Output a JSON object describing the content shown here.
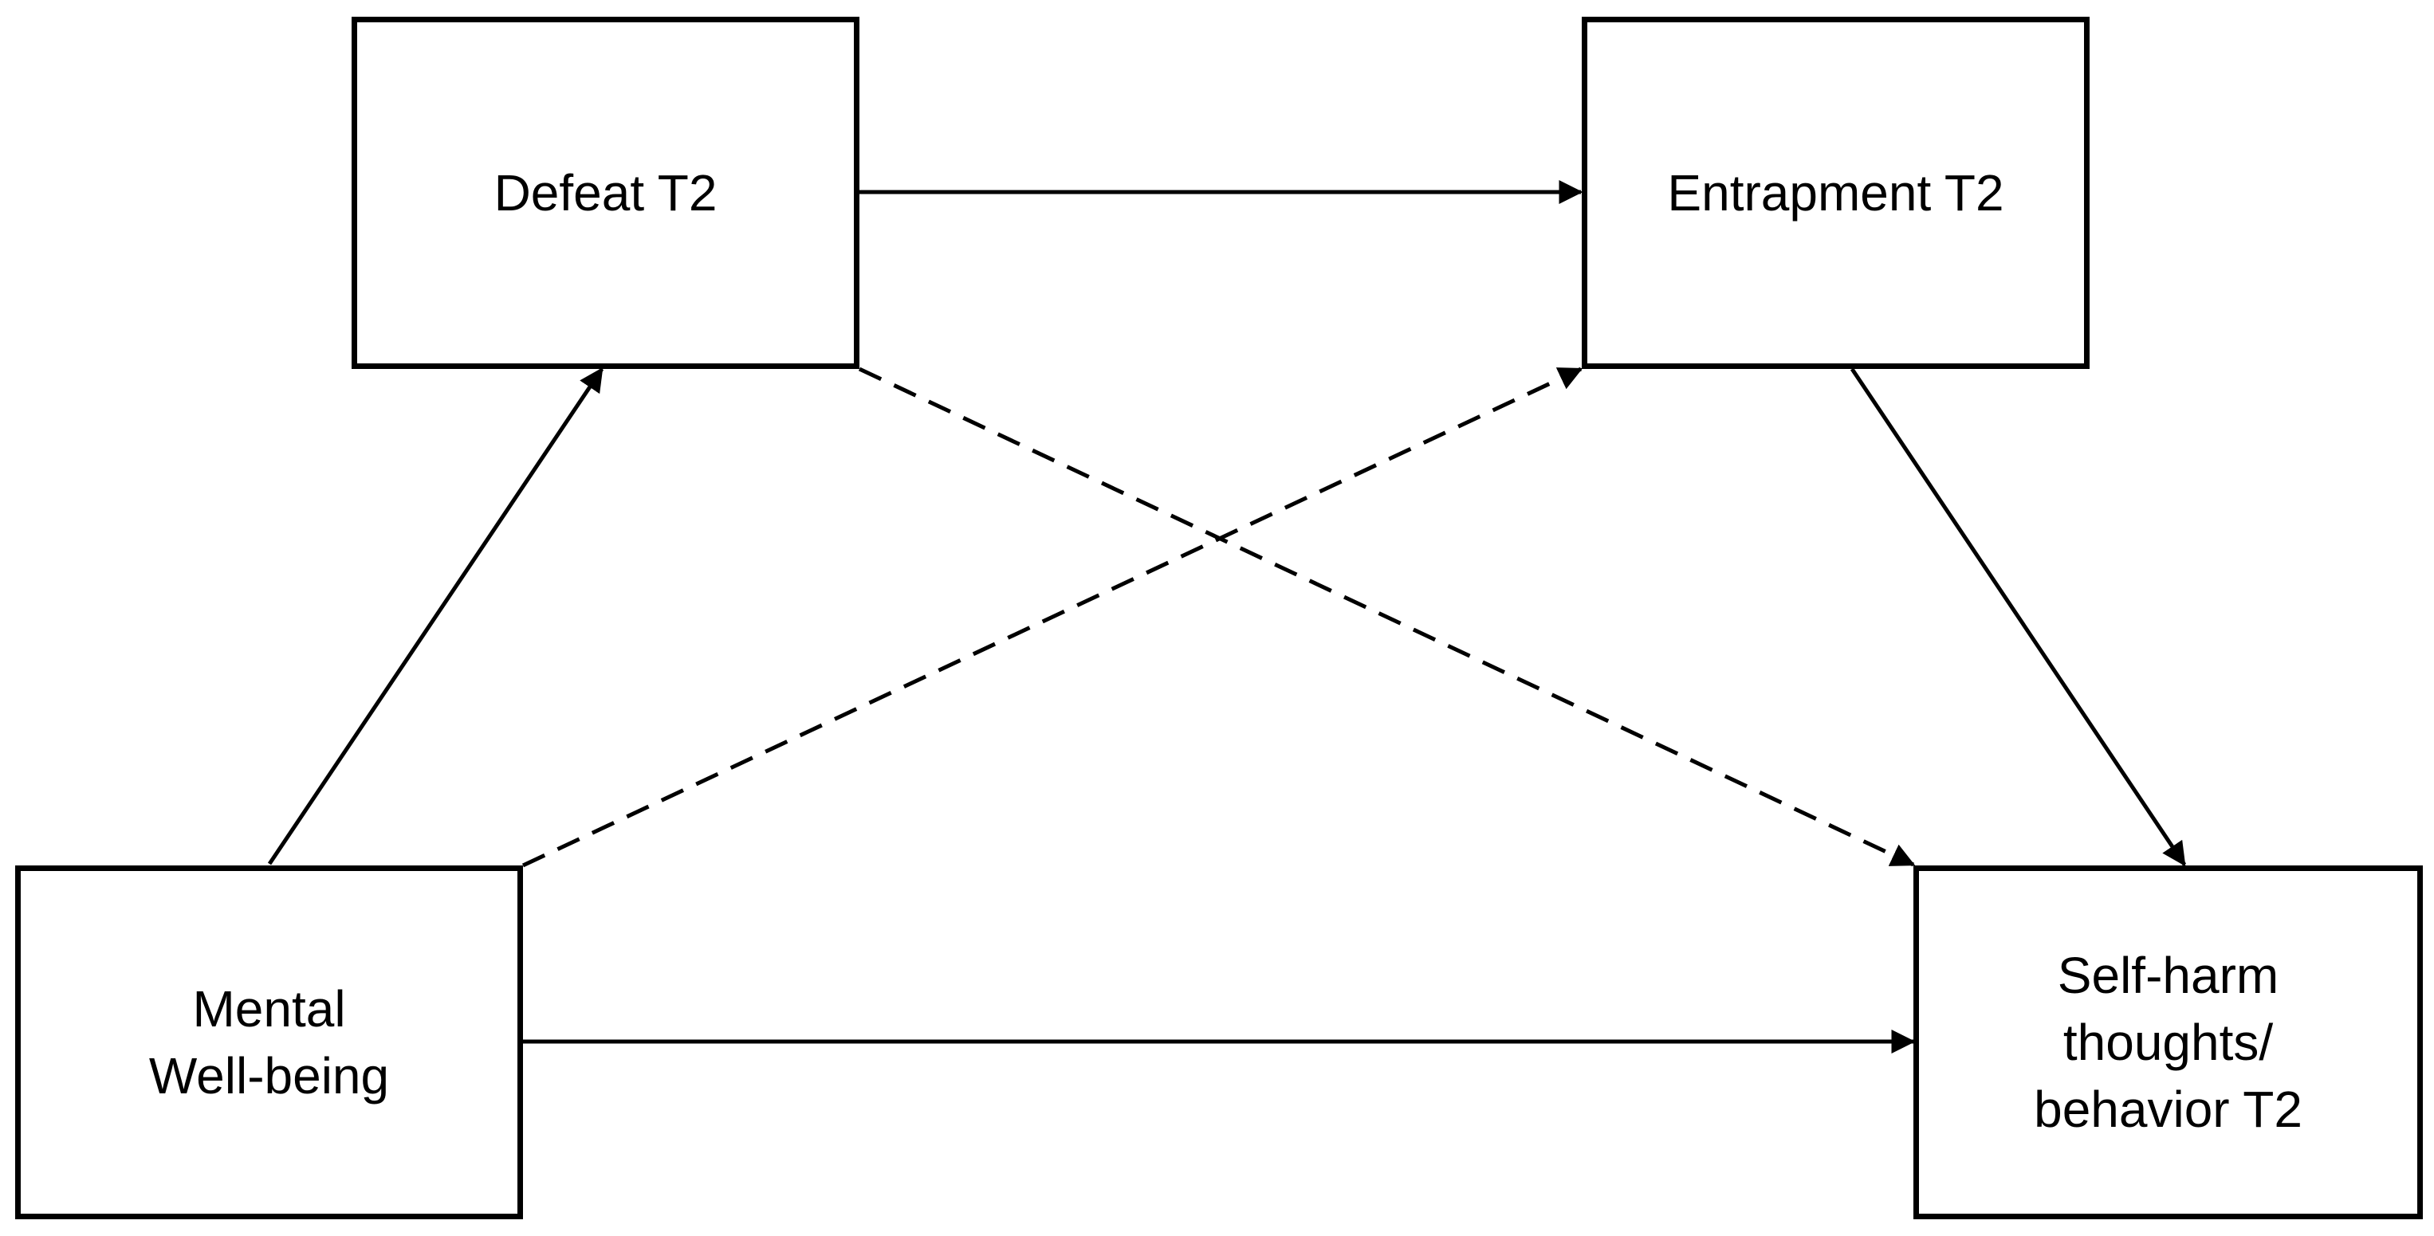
{
  "nodes": {
    "defeat": {
      "label": "Defeat T2"
    },
    "entrapment": {
      "label": "Entrapment T2"
    },
    "wellbeing": {
      "label": "Mental\nWell-being"
    },
    "selfharm": {
      "label": "Self-harm\nthoughts/\nbehavior T2"
    }
  },
  "edges": [
    {
      "from": "wellbeing",
      "to": "defeat",
      "style": "solid"
    },
    {
      "from": "defeat",
      "to": "entrapment",
      "style": "solid"
    },
    {
      "from": "entrapment",
      "to": "selfharm",
      "style": "solid"
    },
    {
      "from": "wellbeing",
      "to": "selfharm",
      "style": "solid"
    },
    {
      "from": "defeat",
      "to": "selfharm",
      "style": "dashed"
    },
    {
      "from": "wellbeing",
      "to": "entrapment",
      "style": "dashed"
    }
  ],
  "colors": {
    "stroke": "#000000",
    "background": "#ffffff"
  }
}
